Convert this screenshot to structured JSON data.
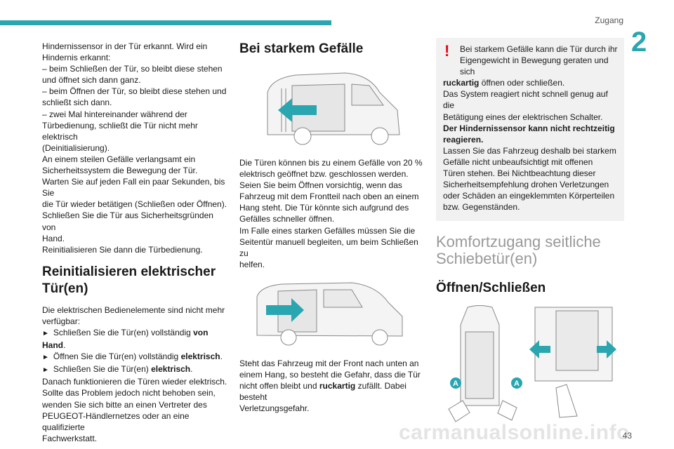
{
  "header": {
    "title": "Zugang",
    "chapter_number": "2"
  },
  "col1": {
    "intro_lines": [
      "Hindernissensor in der Tür erkannt. Wird ein",
      "Hindernis erkannt:",
      "–  beim Schließen der Tür, so bleibt diese stehen",
      "und öffnet sich dann ganz.",
      "–  beim Öffnen der Tür, so bleibt diese stehen und",
      "schließt sich dann.",
      "–  zwei Mal hintereinander während der",
      "Türbedienung, schließt die Tür nicht mehr elektrisch",
      "(Deinitialisierung).",
      "An einem steilen Gefälle verlangsamt ein",
      "Sicherheitssystem die Bewegung der Tür.",
      "Warten Sie auf jeden Fall ein paar Sekunden, bis Sie",
      "die Tür wieder betätigen (Schließen oder Öffnen).",
      "Schließen Sie die Tür aus Sicherheitsgründen von",
      "Hand.",
      "Reinitialisieren Sie dann die Türbedienung."
    ],
    "heading": "Reinitialisieren elektrischer Tür(en)",
    "para1_lines": [
      "Die elektrischen Bedienelemente sind nicht mehr",
      "verfügbar:"
    ],
    "steps": [
      {
        "mark": "►",
        "text": "Schließen Sie die Tür(en) vollständig ",
        "bold": "von Hand",
        "end": "."
      },
      {
        "mark": "►",
        "text": "Öffnen Sie die Tür(en) vollständig ",
        "bold": "elektrisch",
        "end": "."
      },
      {
        "mark": "►",
        "text": "Schließen Sie die Tür(en) ",
        "bold": "elektrisch",
        "end": "."
      }
    ],
    "outro_lines": [
      "Danach funktionieren die Türen wieder elektrisch.",
      "Sollte das Problem jedoch nicht behoben sein,",
      "wenden Sie sich bitte an einen Vertreter des",
      "PEUGEOT-Händlernetzes oder an eine qualifizierte",
      "Fachwerkstatt."
    ]
  },
  "col2": {
    "heading": "Bei starkem Gefälle",
    "para_lines": [
      "Die Türen können bis zu einem Gefälle von 20 %",
      "elektrisch geöffnet bzw. geschlossen werden.",
      "Seien Sie beim Öffnen vorsichtig, wenn das",
      "Fahrzeug mit dem Frontteil nach oben an einem",
      "Hang steht. Die Tür könnte sich aufgrund des",
      "Gefälles schneller öffnen.",
      "Im Falle eines starken Gefälles müssen Sie die",
      "Seitentür manuell begleiten, um beim Schließen zu",
      "helfen."
    ],
    "para2_lines": [
      "Steht das Fahrzeug mit der Front nach unten an",
      "einem Hang, so besteht die Gefahr, dass die Tür"
    ],
    "para2_last_pre": "nicht offen bleibt und ",
    "para2_last_bold": "ruckartig",
    "para2_last_post": " zufällt. Dabei besteht",
    "para2_final": "Verletzungsgefahr."
  },
  "col3": {
    "warn_icon": "!",
    "warn_line1": "Bei starkem Gefälle kann die Tür durch ihr",
    "warn_line2": "Eigengewicht in Bewegung geraten und sich",
    "warn_bold1": "ruckartig",
    "warn_line3_post": " öffnen oder schließen.",
    "warn_line4": "Das System reagiert nicht schnell genug auf die",
    "warn_line5": "Betätigung eines der elektrischen Schalter.",
    "warn_bold_heading1": "Der Hindernissensor kann nicht rechtzeitig",
    "warn_bold_heading2": "reagieren.",
    "warn_tail": [
      "Lassen Sie das Fahrzeug deshalb bei starkem",
      "Gefälle nicht unbeaufsichtigt mit offenen",
      "Türen stehen. Bei Nichtbeachtung dieser",
      "Sicherheitsempfehlung drohen Verletzungen",
      "oder Schäden an eingeklemmten Körperteilen",
      "bzw. Gegenständen."
    ],
    "section_title_1": "Komfortzugang seitliche",
    "section_title_2": "Schiebetür(en)",
    "subheading": "Öffnen/Schließen",
    "label_a": "A"
  },
  "footer": {
    "page_number": "43",
    "watermark": "carmanualsonline.info"
  },
  "colors": {
    "accent": "#2aa6b0",
    "warning": "#e30613",
    "arrow": "#2aa6b0"
  }
}
